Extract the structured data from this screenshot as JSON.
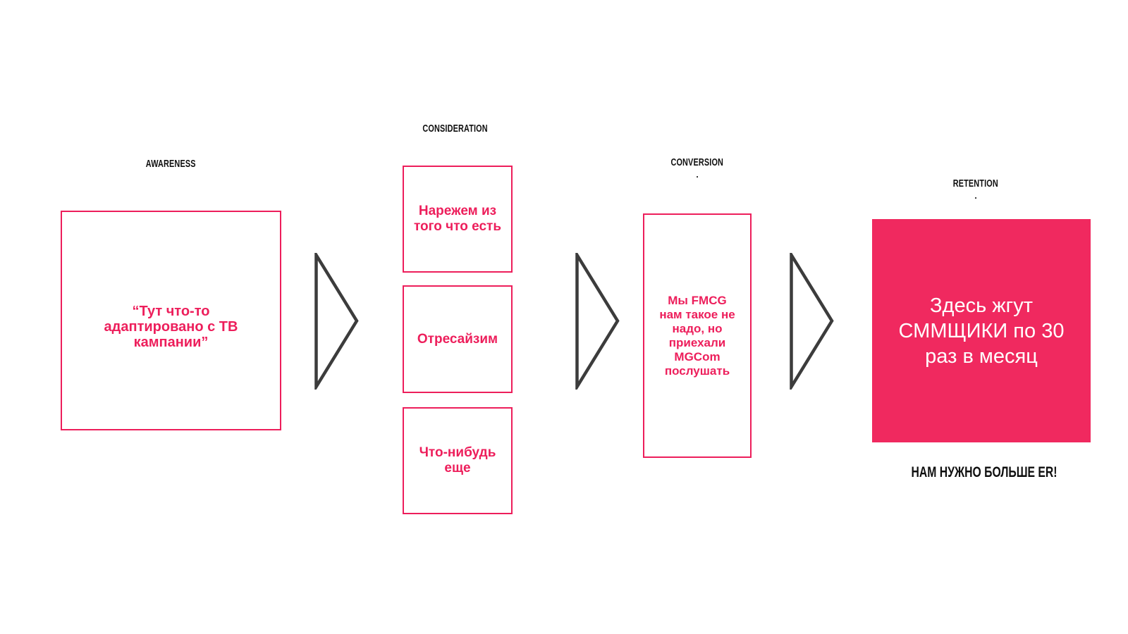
{
  "colors": {
    "accent": "#ED1E5B",
    "fill": "#F0295F",
    "arrow": "#3C3C3C",
    "heading": "#0F0F0F"
  },
  "stages": [
    {
      "label": "AWARENESS",
      "boxes": [
        {
          "lines": [
            "“Тут что-то",
            "адаптировано с ТВ",
            "кампании”"
          ]
        }
      ]
    },
    {
      "label": "CONSIDERATION",
      "boxes": [
        {
          "lines": [
            "Нарежем из",
            "того что есть"
          ]
        },
        {
          "lines": [
            "Отресайзим"
          ]
        },
        {
          "lines": [
            "Что-нибудь",
            "еще"
          ]
        }
      ]
    },
    {
      "label": "CONVERSION",
      "dot": ".",
      "boxes": [
        {
          "lines": [
            "Мы FMCG",
            "нам такое не",
            "надо, но",
            "приехали",
            "MGCom",
            "послушать"
          ]
        }
      ]
    },
    {
      "label": "RETENTION",
      "dot": ".",
      "boxes": [
        {
          "lines": [
            "Здесь жгут",
            "СММЩИКИ по 30",
            "раз в месяц"
          ]
        }
      ],
      "caption": "НАМ НУЖНО БОЛЬШЕ ER!"
    }
  ]
}
